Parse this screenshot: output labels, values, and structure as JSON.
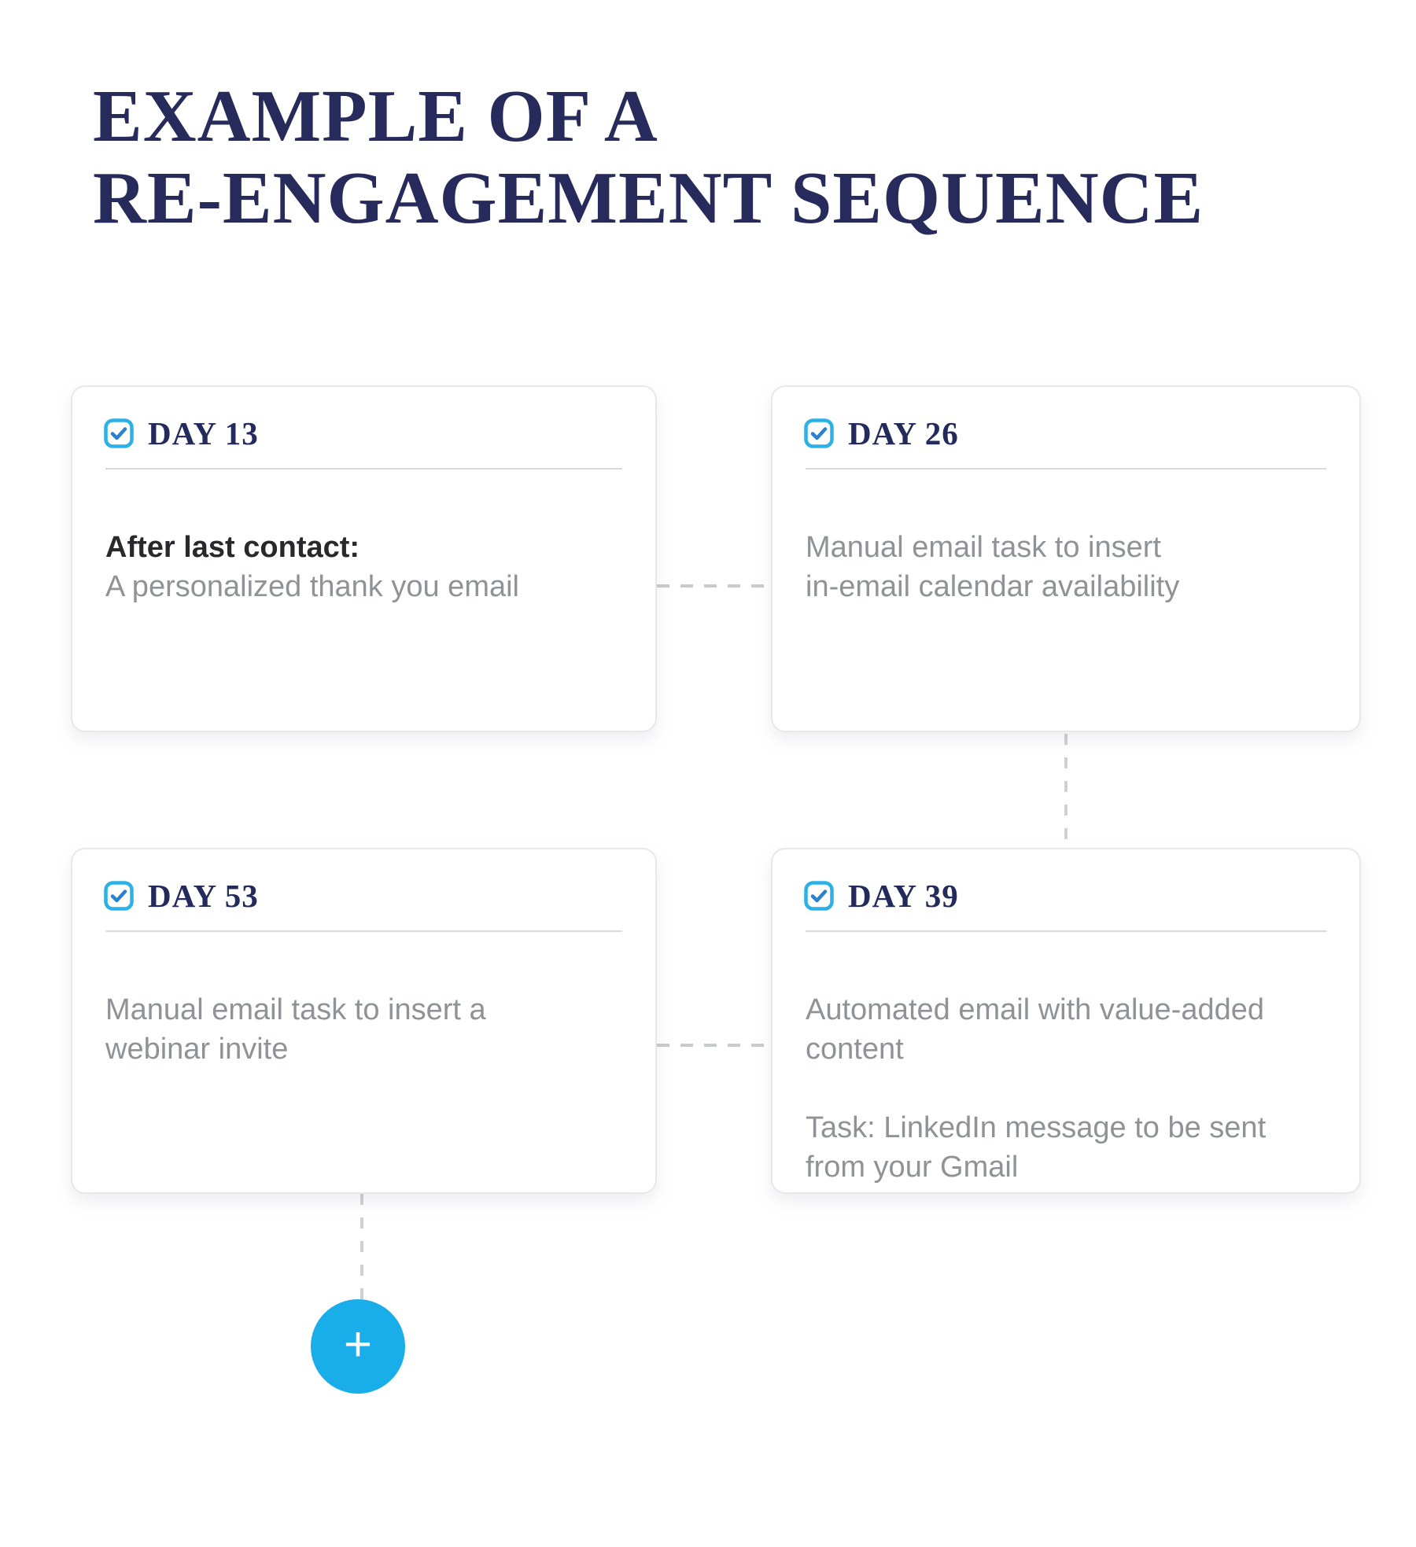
{
  "title": {
    "line1": "EXAMPLE OF A",
    "line2": "RE-ENGAGEMENT SEQUENCE"
  },
  "cards": {
    "day13": {
      "label": "DAY 13",
      "lead": "After last contact:",
      "lines": [
        "A personalized thank you email"
      ]
    },
    "day26": {
      "label": "DAY 26",
      "lines": [
        "Manual email task to insert",
        "in-email calendar availability"
      ]
    },
    "day53": {
      "label": "DAY 53",
      "lines": [
        "Manual email task to insert a",
        "webinar invite"
      ]
    },
    "day39": {
      "label": "DAY 39",
      "lines": [
        "Automated email with value-added",
        "content"
      ],
      "task_lines": [
        "Task: LinkedIn message to be sent",
        "from your Gmail"
      ]
    }
  },
  "add_button": {
    "label": "+"
  },
  "icons": {
    "checkbox": "checkbox-checked-icon"
  },
  "colors": {
    "title_navy": "#262b5b",
    "day_label_navy": "#232a5c",
    "checkbox_outline_cyan": "#2bb1e8",
    "checkmark_blue": "#2a82cf",
    "body_gray": "#8f9296",
    "lead_dark": "#28292c",
    "card_border": "#e7e8ea",
    "divider_gray": "#d9dadc",
    "connector_gray": "#c9cbcd",
    "plus_button_cyan": "#19ade9"
  }
}
